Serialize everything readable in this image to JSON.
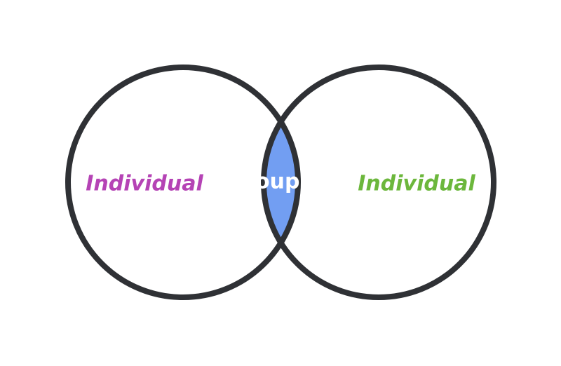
{
  "diagram": {
    "left_label": "Individual",
    "center_label": "Couple",
    "right_label": "Individual"
  },
  "colors": {
    "background": "#ffffff",
    "circle_stroke": "#2f3135",
    "overlap_fill": "#729ef2",
    "left_label": "#b543b5",
    "center_label": "#ffffff",
    "right_label": "#6cb73c"
  }
}
